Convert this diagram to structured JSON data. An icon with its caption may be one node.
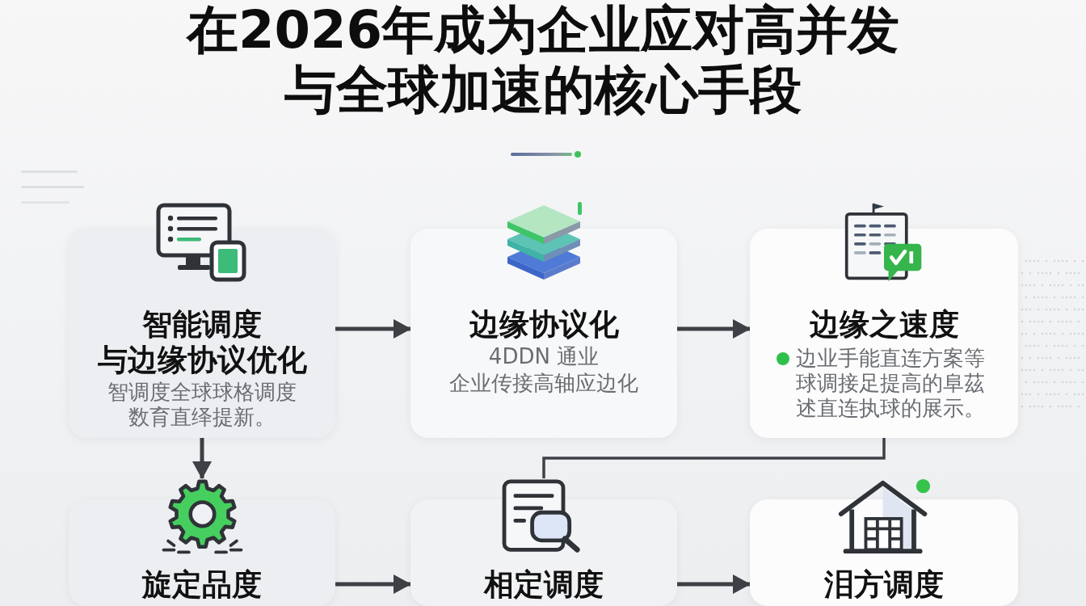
{
  "diagram": {
    "title": "在2026年成为企业应对高并发与全球加速的核心手段",
    "nodes": [
      {
        "text": [
          "智能调度",
          "与边缘协议优化",
          "智调度全球球格调度数育直绎提新。"
        ]
      },
      {
        "text": [
          "边缘协议化",
          "4DDN 通业",
          "企业传接高轴应边化"
        ]
      },
      {
        "text": [
          "边缘之速度",
          "边业手能直连方案等球调接足提高的阜茲述直连执球的展示。"
        ]
      },
      {
        "text": [
          "旋定品度"
        ]
      },
      {
        "text": [
          "相定调度"
        ]
      },
      {
        "text": [
          "泪方调度"
        ]
      }
    ],
    "edges": [
      {
        "from": 0,
        "to": 1,
        "arrow": "to"
      },
      {
        "from": 1,
        "to": 2,
        "arrow": "to"
      },
      {
        "from": 0,
        "to": 3,
        "arrow": "to"
      },
      {
        "from": 2,
        "to": 4,
        "arrow": "none"
      },
      {
        "from": 3,
        "to": 4,
        "arrow": "to"
      },
      {
        "from": 4,
        "to": 5,
        "arrow": "to"
      }
    ]
  }
}
